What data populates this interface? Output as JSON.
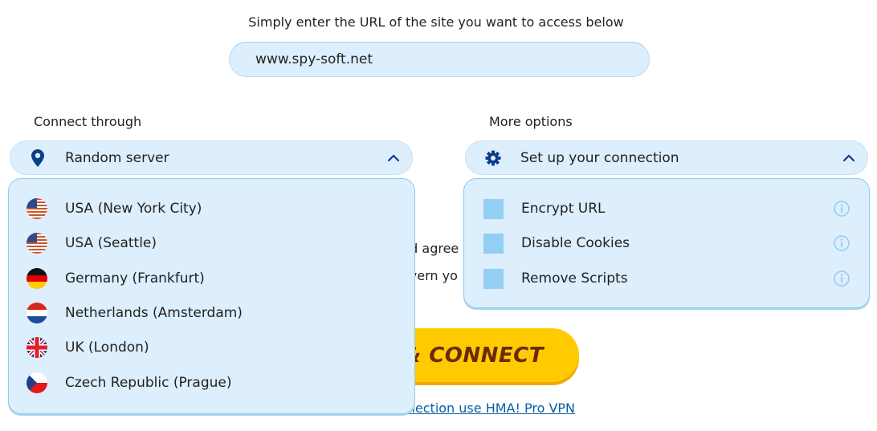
{
  "header": {
    "instruction": "Simply enter the URL of the site you want to access below"
  },
  "url_input": {
    "value": "www.spy-soft.net",
    "placeholder": ""
  },
  "connect_through": {
    "label": "Connect through",
    "selected": "Random server",
    "icon": "map-pin-icon",
    "expanded": true,
    "options": [
      {
        "label": "USA (New York City)",
        "flag": "us"
      },
      {
        "label": "USA (Seattle)",
        "flag": "us"
      },
      {
        "label": "Germany (Frankfurt)",
        "flag": "de"
      },
      {
        "label": "Netherlands (Amsterdam)",
        "flag": "nl"
      },
      {
        "label": "UK (London)",
        "flag": "uk"
      },
      {
        "label": "Czech Republic (Prague)",
        "flag": "cz"
      }
    ]
  },
  "more_options": {
    "label": "More options",
    "selected": "Set up your connection",
    "icon": "gear-icon",
    "expanded": true,
    "options": [
      {
        "label": "Encrypt URL",
        "checked": false
      },
      {
        "label": "Disable Cookies",
        "checked": false
      },
      {
        "label": "Remove Scripts",
        "checked": false
      }
    ]
  },
  "background": {
    "terms_line1_fragment": "nd agree",
    "terms_line2_fragment": "overn yo",
    "connect_button": "& CONNECT",
    "pro_link": "nection use HMA! Pro VPN"
  },
  "colors": {
    "panel_bg": "#ddeefc",
    "panel_border": "#8ccbeb",
    "icon_blue": "#0d3d8a",
    "checkbox": "#93cff3",
    "info_icon": "#8fcdf0",
    "connect_yellow": "#ffcb00",
    "connect_text": "#6b2a06",
    "link": "#0b5ca8"
  }
}
